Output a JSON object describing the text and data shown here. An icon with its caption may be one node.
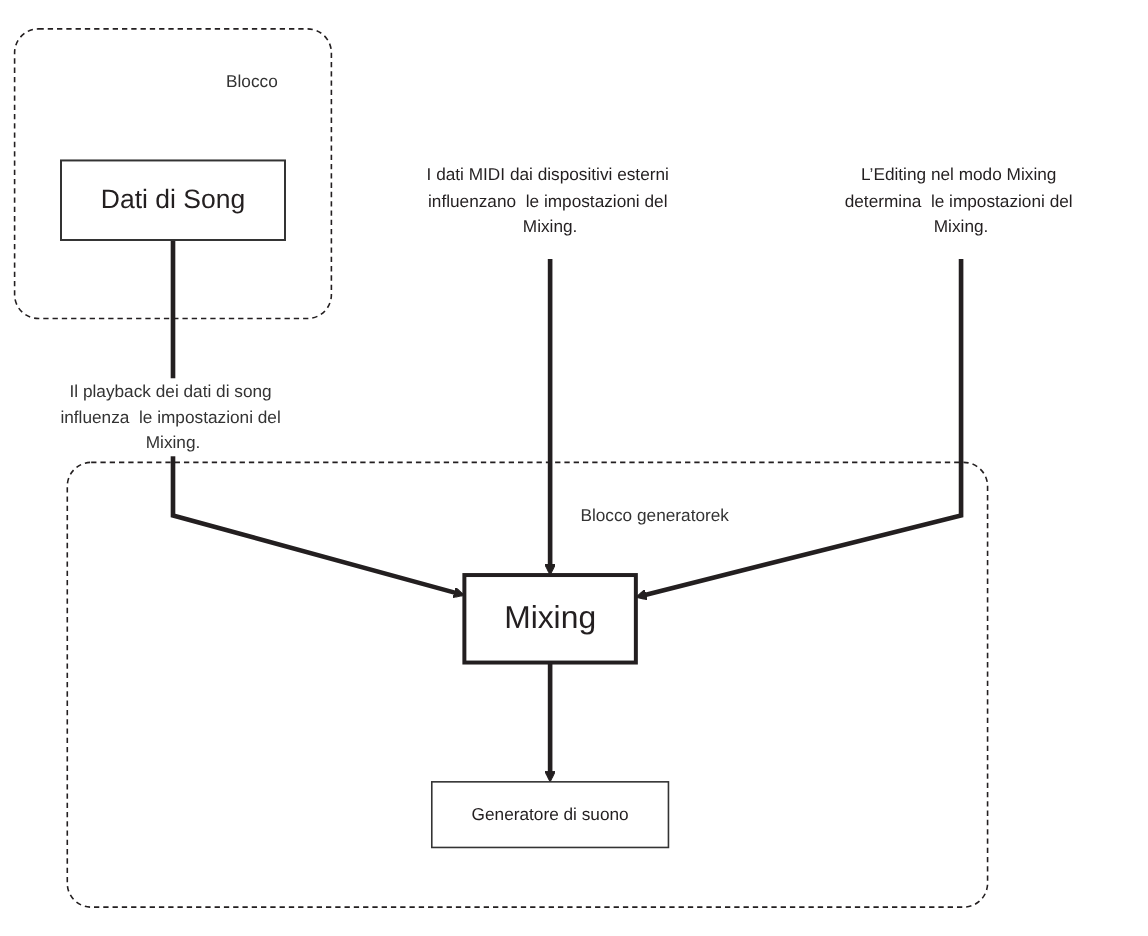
{
  "diagram": {
    "nodes": [
      {
        "text": [
          "Blocco"
        ]
      },
      {
        "text": [
          "Dati di Song"
        ],
        "in": 0
      },
      {
        "text": [
          "Blocco generatorek"
        ]
      },
      {
        "text": [
          "Mixing"
        ],
        "in": 2
      },
      {
        "text": [
          "Generatore di suono"
        ],
        "in": 2
      },
      {
        "text": [
          "I dati MIDI dai dispositivi esterni influenzano  le impostazioni del Mixing."
        ]
      },
      {
        "text": [
          "L’Editing nel modo Mixing determina  le impostazioni del Mixing."
        ]
      }
    ],
    "edges": [
      {
        "from": 1,
        "to": 3,
        "arrow": "to",
        "label": "Il playback dei dati di song influenza  le impostazioni del Mixing."
      },
      {
        "from": 5,
        "to": 3,
        "arrow": "to"
      },
      {
        "from": 6,
        "to": 3,
        "arrow": "to"
      },
      {
        "from": 3,
        "to": 4,
        "arrow": "to"
      }
    ]
  }
}
